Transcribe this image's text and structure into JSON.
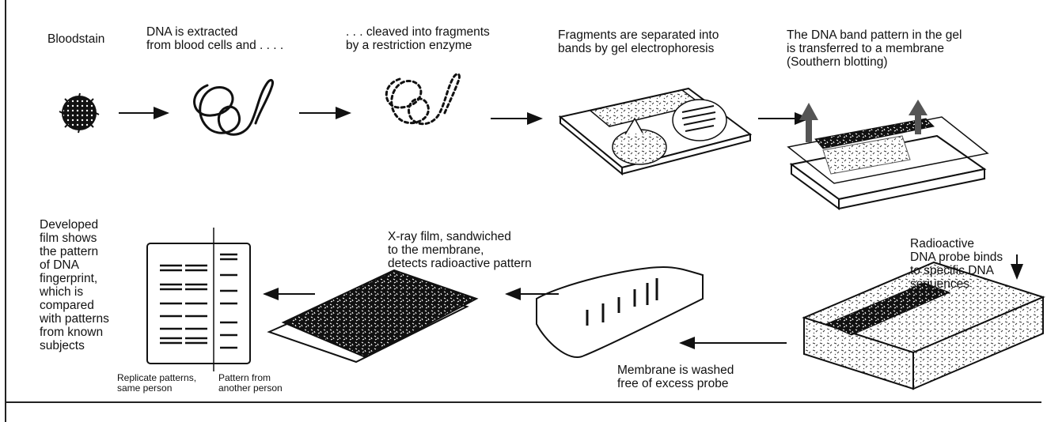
{
  "steps": {
    "s1": "Bloodstain",
    "s2": "DNA is extracted\nfrom blood cells and . . . .",
    "s3": ". . . cleaved into fragments\nby a restriction enzyme",
    "s4": "Fragments are separated into\nbands by gel electrophoresis",
    "s5": "The DNA band pattern in the gel\nis transferred to a membrane\n(Southern blotting)",
    "s6": "Radioactive\nDNA probe binds\nto specific DNA\nsequences",
    "s7": "Membrane is washed\nfree of excess probe",
    "s8": "X-ray film, sandwiched\nto the membrane,\ndetects radioactive pattern",
    "s9": "Developed\nfilm shows\nthe pattern\nof DNA\nfingerprint,\nwhich is\ncompared\nwith patterns\nfrom known\nsubjects"
  },
  "film_captions": {
    "left": "Replicate patterns,\nsame person",
    "right": "Pattern from\nanother person"
  },
  "colors": {
    "ink": "#111111",
    "paper": "#ffffff",
    "gray": "#8a8a8a"
  }
}
